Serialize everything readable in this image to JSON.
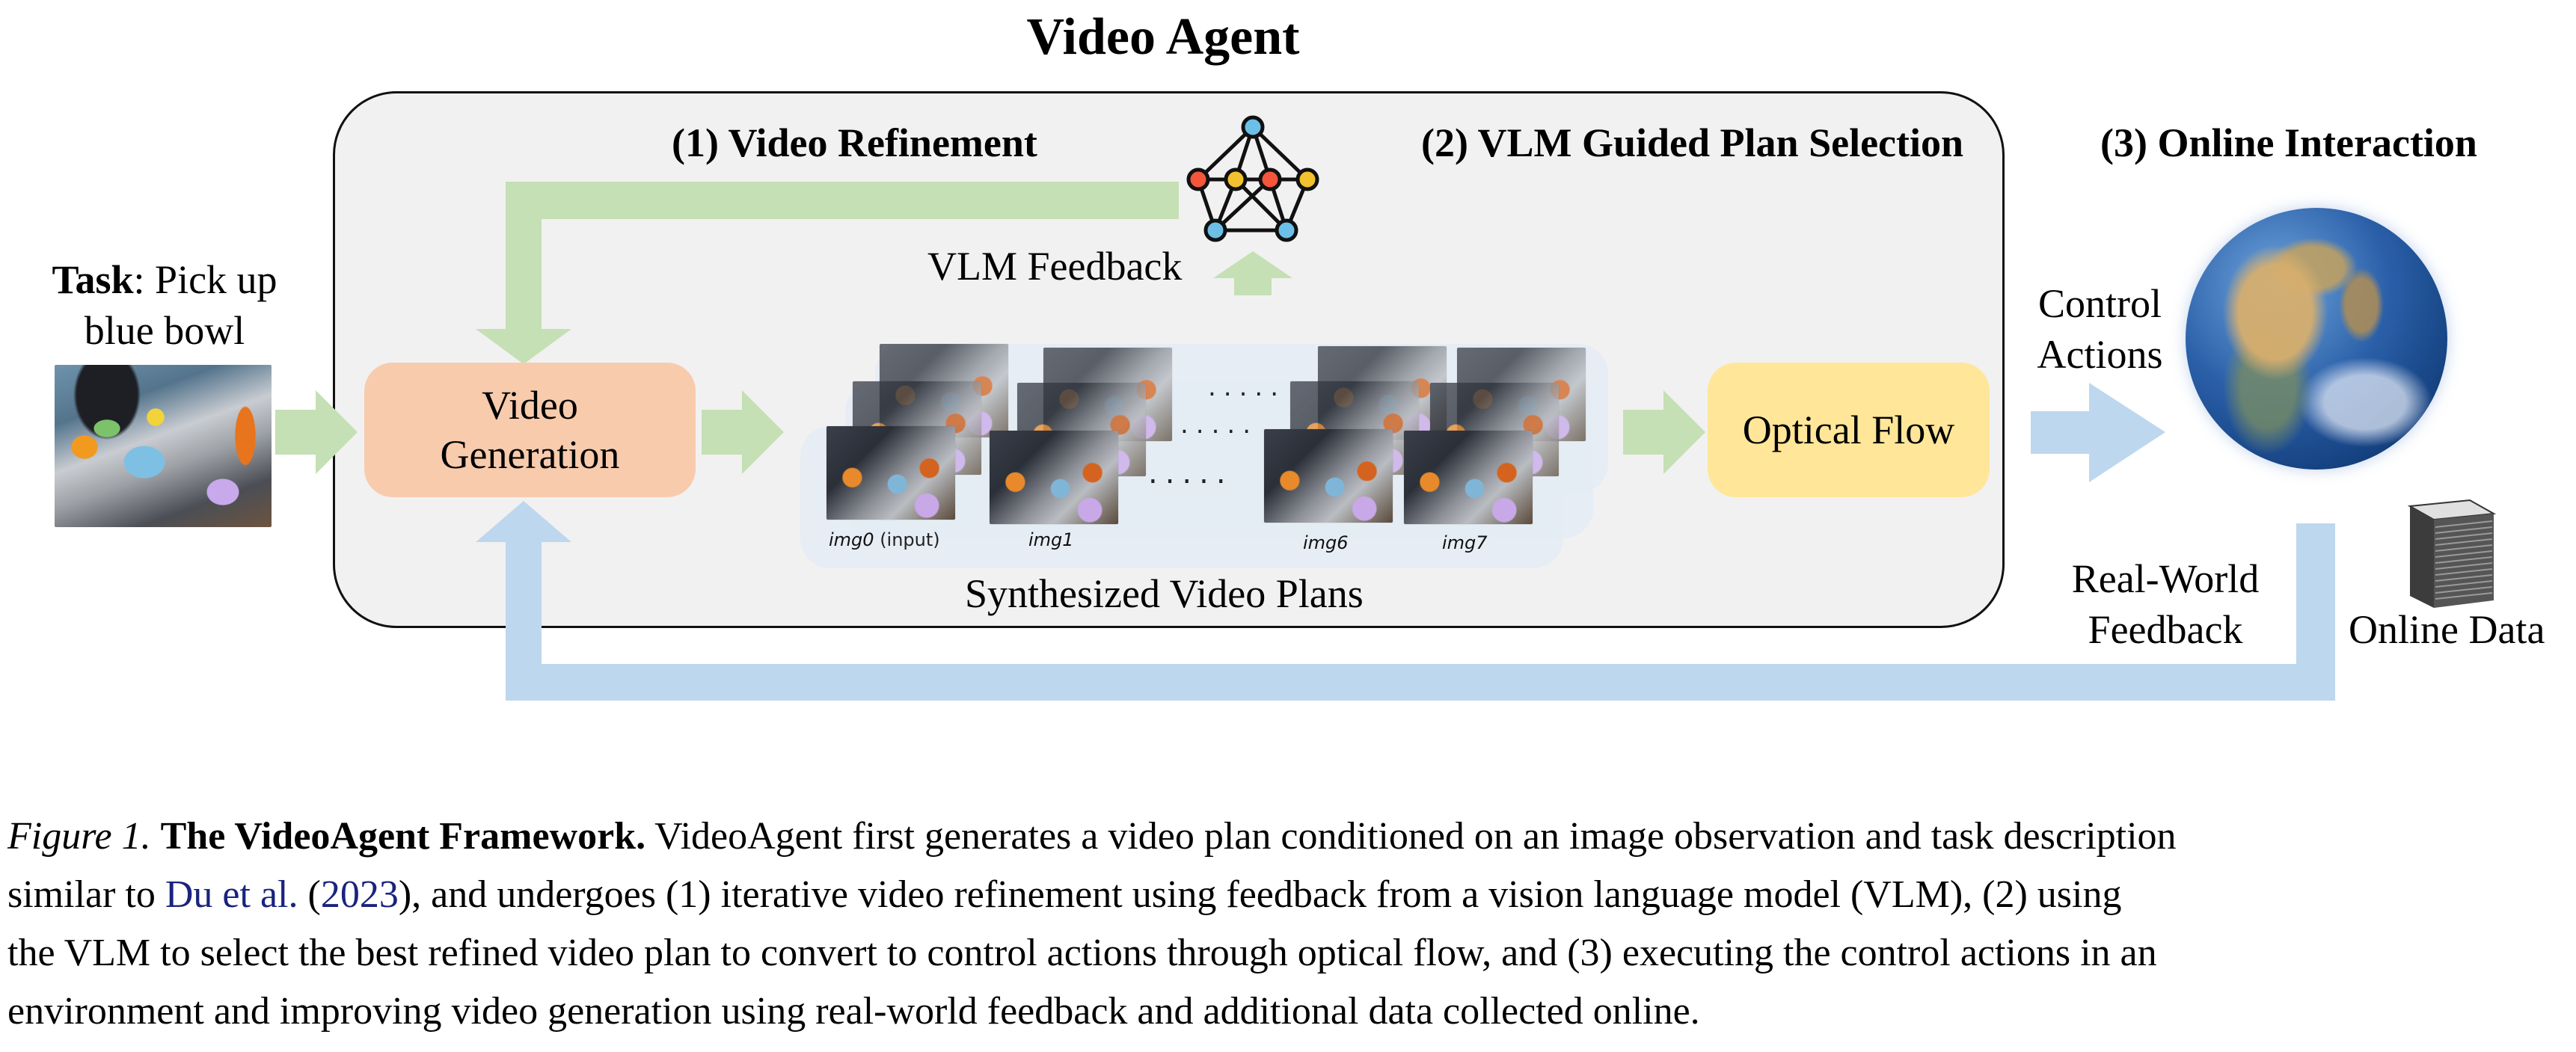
{
  "figure": {
    "title": "Video Agent",
    "sections": {
      "refinement": "(1) Video Refinement",
      "plan_selection": "(2) VLM Guided Plan Selection",
      "online_interaction": "(3) Online Interaction"
    },
    "task": {
      "label_bold": "Task",
      "label_rest": ": Pick up",
      "label_line2": "blue bowl",
      "image_icon": "kitchen-robot-scene-image"
    },
    "nodes": {
      "video_generation_line1": "Video",
      "video_generation_line2": "Generation",
      "optical_flow": "Optical Flow"
    },
    "vlm_feedback": {
      "label": "VLM Feedback",
      "icon": "network-graph-icon"
    },
    "video_plans": {
      "caption": "Synthesized Video Plans",
      "frames": [
        {
          "name": "img0",
          "suffix": " (input)"
        },
        {
          "name": "img1",
          "suffix": ""
        },
        {
          "name": "img6",
          "suffix": ""
        },
        {
          "name": "img7",
          "suffix": ""
        }
      ],
      "ellipsis": "....."
    },
    "online": {
      "control_line1": "Control",
      "control_line2": "Actions",
      "globe_icon": "earth-globe-icon",
      "feedback_line1": "Real-World",
      "feedback_line2": "Feedback",
      "data_label": "Online Data",
      "data_icon": "data-stack-icon"
    },
    "colors": {
      "green_arrow": "#c5e0b4",
      "blue_arrow": "#bdd7ee",
      "video_generation": "#f8cbad",
      "optical_flow": "#ffe699",
      "outer_box": "#f1f1f1",
      "plans_panel": "#e4ecf4",
      "citation": "#1a237e",
      "node_red": "#f4553b",
      "node_yellow": "#f2c12e",
      "node_blue": "#6cc0e8"
    }
  },
  "caption": {
    "figure_label": "Figure 1.",
    "bold_title": "The VideoAgent Framework.",
    "line1_rest": "VideoAgent first generates a video plan conditioned on an image observation and task description",
    "line2_pre": "similar to ",
    "cite_authors": "Du et al.",
    "cite_paren_open": " (",
    "cite_year": "2023",
    "line2_post": "), and undergoes (1) iterative video refinement using feedback from a vision language model (VLM), (2) using",
    "line3": "the VLM to select the best refined video plan to convert to control actions through optical flow, and (3) executing the control actions in an",
    "line4": "environment and improving video generation using real-world feedback and additional data collected online."
  }
}
